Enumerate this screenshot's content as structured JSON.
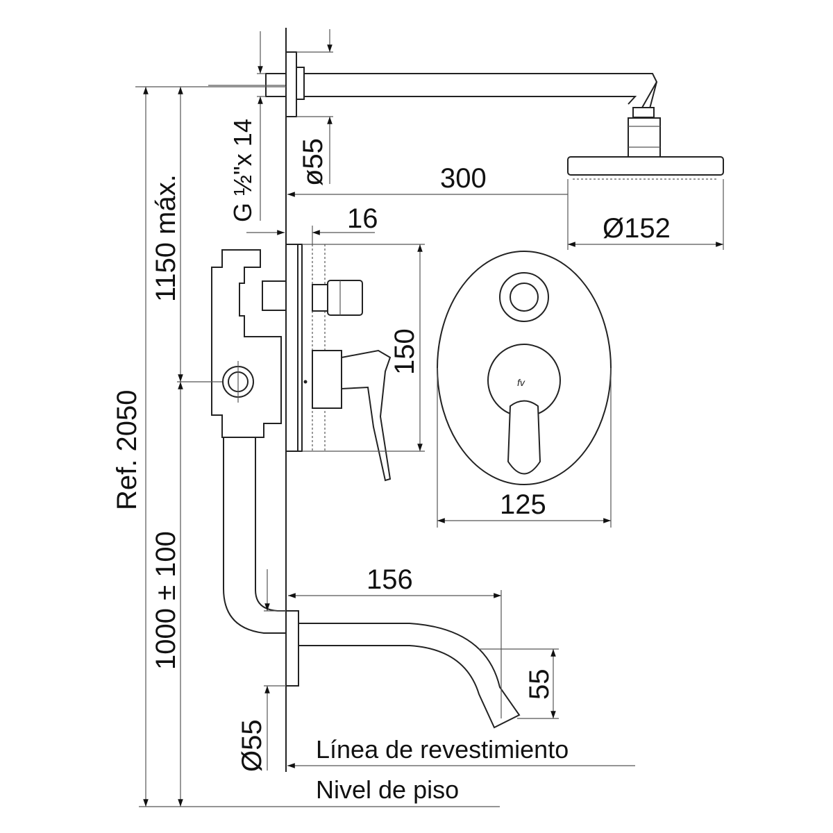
{
  "dimensions": {
    "thread": "G ½\"x 14",
    "shower_flange_diameter": "ø55",
    "arm_length": "300",
    "head_diameter": "Ø152",
    "plate_depth": "16",
    "max_height": "1150 máx.",
    "plate_height": "150",
    "plate_width": "125",
    "reference_height": "Ref. 2050",
    "spout_height": "1000 ± 100",
    "spout_reach": "156",
    "spout_drop": "55",
    "spout_flange_diameter": "Ø55"
  },
  "labels": {
    "wall_line": "Línea de revestimiento",
    "floor_level": "Nivel de piso"
  },
  "logo": "fv"
}
